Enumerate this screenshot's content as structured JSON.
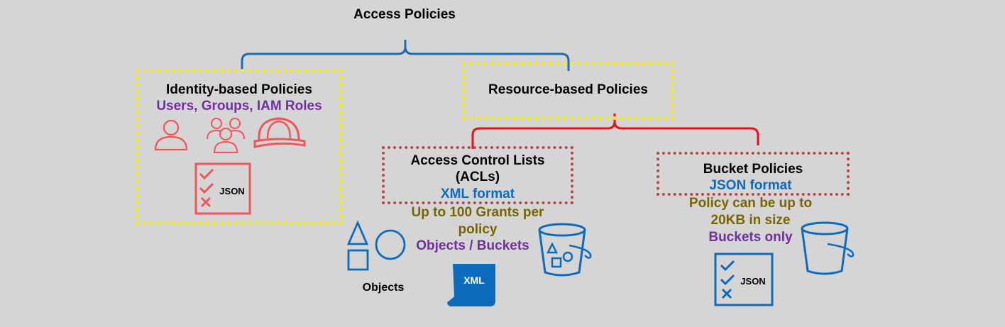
{
  "title": "Access Policies",
  "identity": {
    "heading": "Identity-based Policies",
    "subtitle": "Users, Groups, IAM Roles",
    "doc_label": "JSON"
  },
  "resource": {
    "heading": "Resource-based Policies"
  },
  "acl": {
    "heading_line1": "Access Control Lists",
    "heading_line2": "(ACLs)",
    "format": "XML format",
    "limit_line1": "Up to 100 Grants per",
    "limit_line2": "policy",
    "scope": "Objects / Buckets",
    "objects_label": "Objects",
    "doc_label": "XML"
  },
  "bucket": {
    "heading": "Bucket Policies",
    "format": "JSON format",
    "limit_line1": "Policy can be up to",
    "limit_line2": "20KB in size",
    "scope": "Buckets only",
    "doc_label": "JSON"
  },
  "colors": {
    "background": "#d5d5d5",
    "blue_bracket": "#1f6bb5",
    "red_bracket": "#e8101a",
    "identity_icons": "#f0555a",
    "aws_blue": "#0d6bbd",
    "yellow_dotted": "#f7f000",
    "red_dotted": "#b84848",
    "purple_text": "#7030a0",
    "olive_text": "#7a6400"
  },
  "icons": [
    "user-icon",
    "group-icon",
    "hard-hat-icon",
    "json-document-icon",
    "shapes-icon",
    "bucket-with-objects-icon",
    "xml-scroll-icon",
    "bucket-icon"
  ]
}
